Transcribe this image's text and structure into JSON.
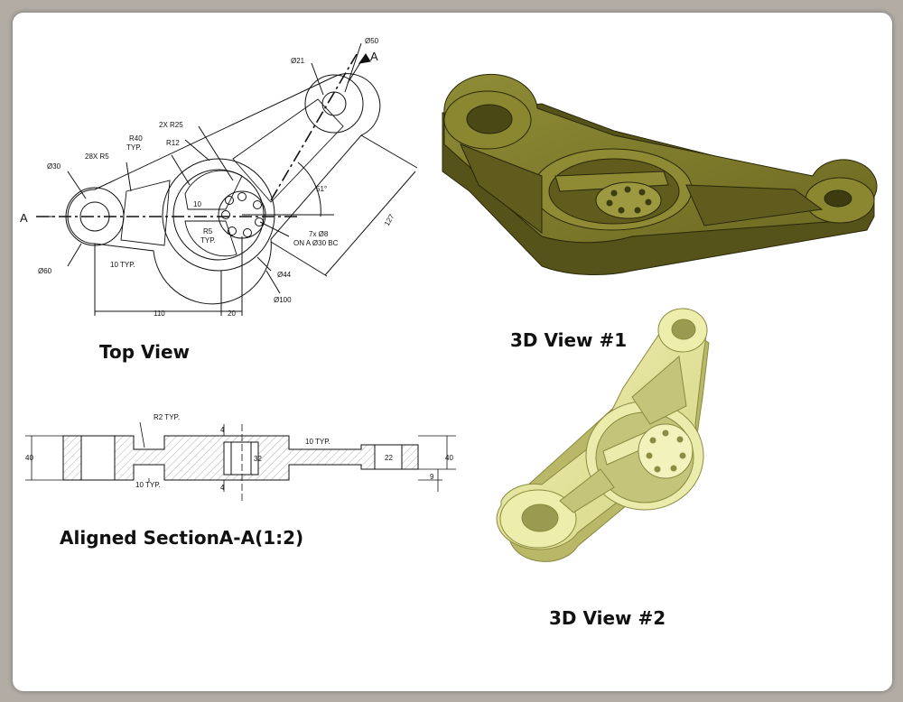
{
  "captions": {
    "top_view": "Top View",
    "view3d_1": "3D View #1",
    "section": "Aligned SectionA-A(1:2)",
    "view3d_2": "3D View #2"
  },
  "top_dims": {
    "d50": "Ø50",
    "d21": "Ø21",
    "sec_a_top": "A",
    "sec_a_left": "A",
    "r25": "2X R25",
    "r40": "R40",
    "r40_typ": "TYP.",
    "r12": "R12",
    "r5_28x": "28X R5",
    "d30": "Ø30",
    "ten": "10",
    "r5": "R5",
    "r5_typ": "TYP.",
    "angle": "51°",
    "holes": "7x Ø8",
    "bc": "ON A Ø30 BC",
    "d60": "Ø60",
    "ten_typ": "10 TYP.",
    "d44": "Ø44",
    "d100": "Ø100",
    "len127": "127",
    "len110": "110",
    "len20": "20"
  },
  "section_dims": {
    "r2": "R2 TYP.",
    "h40_left": "40",
    "ten_typ_low": "10 TYP.",
    "four_top": "4",
    "four_bot": "4",
    "thirty_two": "32",
    "ten_typ_up": "10 TYP.",
    "twenty_two": "22",
    "h40_right": "40",
    "nine": "9"
  },
  "colors": {
    "view1_fill": "#7d7a2a",
    "view1_dark": "#55521a",
    "view2_fill": "#e4e49a",
    "view2_dark": "#b8b868"
  }
}
